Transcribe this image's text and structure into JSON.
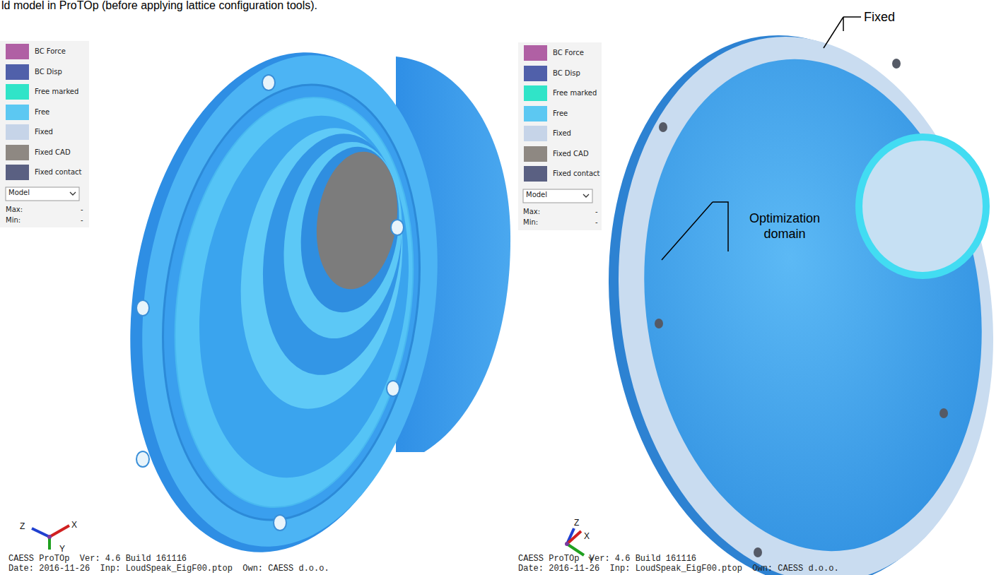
{
  "diagram": {
    "labels": [
      "ld model in ProTOp (before applying lattice configuration tools).",
      "Model",
      "Max:",
      "-",
      "Min:",
      "-",
      "Z",
      "X",
      "Y",
      "CAESS ProTOp  Ver: 4.6 Build 161116",
      "Date: 2016-11-26  Inp: LoudSpeak_EigF00.ptop  Own: CAESS d.o.o.",
      "Fixed",
      "Optimization domain",
      "Model",
      "Max:",
      "-",
      "Min:",
      "-",
      "Z",
      "X",
      "Y",
      "CAESS ProTOp  Ver: 4.6 Build 161116",
      "Date: 2016-11-26  Inp: LoudSpeak_EigF00.ptop  Own: CAESS d.o.o."
    ],
    "legend": [
      {
        "text": "BC Force",
        "color": "#b060a4"
      },
      {
        "text": "BC Disp",
        "color": "#5060aa"
      },
      {
        "text": "Free marked",
        "color": "#30e4c8"
      },
      {
        "text": "Free",
        "color": "#5cc8f2"
      },
      {
        "text": "Fixed",
        "color": "#c6d4e8"
      },
      {
        "text": "Fixed CAD",
        "color": "#8e8882"
      },
      {
        "text": "Fixed contact",
        "color": "#5a6082"
      },
      {
        "text": "BC Force",
        "color": "#b060a4"
      },
      {
        "text": "BC Disp",
        "color": "#5060aa"
      },
      {
        "text": "Free marked",
        "color": "#30e4c8"
      },
      {
        "text": "Free",
        "color": "#5cc8f2"
      },
      {
        "text": "Fixed",
        "color": "#c6d4e8"
      },
      {
        "text": "Fixed CAD",
        "color": "#8e8882"
      },
      {
        "text": "Fixed contact",
        "color": "#5a6082"
      }
    ]
  }
}
